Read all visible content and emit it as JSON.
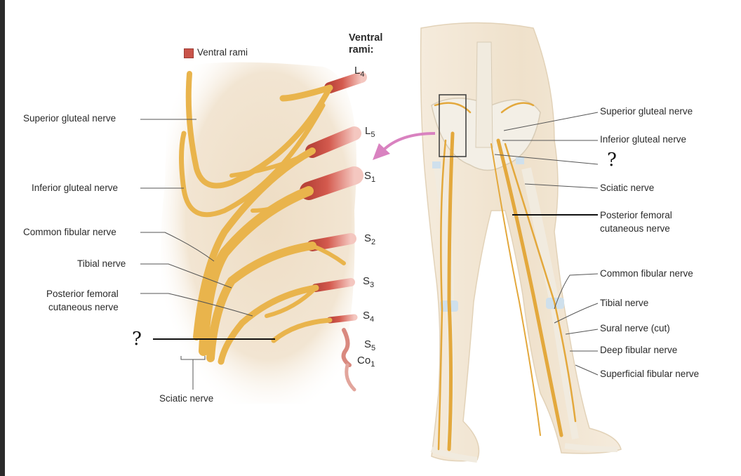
{
  "legend": {
    "label": "Ventral rami",
    "color": "#c9544a"
  },
  "ventral_heading": [
    "Ventral",
    "rami:"
  ],
  "vertebra_labels": [
    "L4",
    "L5",
    "S1",
    "S2",
    "S3",
    "S4",
    "S5",
    "Co1"
  ],
  "left_labels": {
    "superior_gluteal": "Superior gluteal nerve",
    "inferior_gluteal": "Inferior gluteal nerve",
    "common_fibular": "Common fibular nerve",
    "tibial": "Tibial nerve",
    "posterior_femoral": [
      "Posterior femoral",
      "cutaneous nerve"
    ],
    "unknown": "?",
    "sciatic": "Sciatic nerve"
  },
  "right_labels": {
    "superior_gluteal": "Superior gluteal nerve",
    "inferior_gluteal": "Inferior gluteal nerve",
    "unknown": "?",
    "sciatic": "Sciatic nerve",
    "posterior_femoral": [
      "Posterior femoral",
      "cutaneous nerve"
    ],
    "common_fibular": "Common fibular nerve",
    "tibial": "Tibial nerve",
    "sural": "Sural nerve (cut)",
    "deep_fibular": "Deep fibular nerve",
    "superficial_fibular": "Superficial fibular nerve"
  },
  "colors": {
    "nerve": "#e9b44c",
    "nerve_edge": "#c98f2a",
    "ramus": "#c9544a",
    "skin": "#f0e3cf",
    "bone": "#f3efe6",
    "leader": "#555555"
  }
}
